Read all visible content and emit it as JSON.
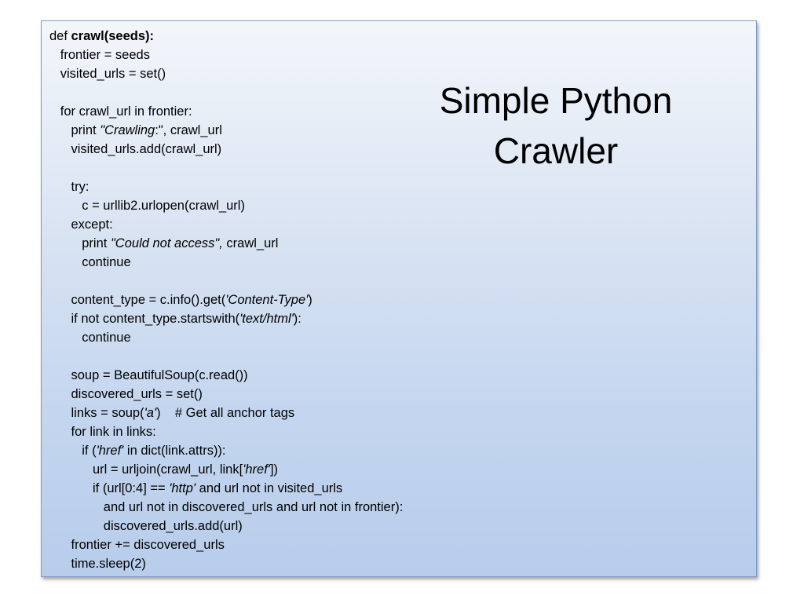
{
  "slide": {
    "title_line1": "Simple Python",
    "title_line2": "Crawler"
  },
  "code_lines": [
    [
      {
        "t": "def "
      },
      {
        "t": "crawl(seeds):",
        "s": "b"
      }
    ],
    [
      {
        "t": "   frontier = seeds"
      }
    ],
    [
      {
        "t": "   visited_urls = set()"
      }
    ],
    [
      {
        "t": ""
      }
    ],
    [
      {
        "t": "   for crawl_url in frontier:"
      }
    ],
    [
      {
        "t": "      print "
      },
      {
        "t": "\"Crawling",
        "s": "i"
      },
      {
        "t": ":\", crawl_url"
      }
    ],
    [
      {
        "t": "      visited_urls.add(crawl_url)"
      }
    ],
    [
      {
        "t": ""
      }
    ],
    [
      {
        "t": "      try:"
      }
    ],
    [
      {
        "t": "         c = urllib2.urlopen(crawl_url)"
      }
    ],
    [
      {
        "t": "      except:"
      }
    ],
    [
      {
        "t": "         print "
      },
      {
        "t": "\"Could not access\",",
        "s": "i"
      },
      {
        "t": " crawl_url"
      }
    ],
    [
      {
        "t": "         continue"
      }
    ],
    [
      {
        "t": ""
      }
    ],
    [
      {
        "t": "      content_type = c.info().get("
      },
      {
        "t": "'Content-Type'",
        "s": "i"
      },
      {
        "t": ")"
      }
    ],
    [
      {
        "t": "      if not content_type.startswith("
      },
      {
        "t": "'text/html'",
        "s": "i"
      },
      {
        "t": "):"
      }
    ],
    [
      {
        "t": "         continue"
      }
    ],
    [
      {
        "t": ""
      }
    ],
    [
      {
        "t": "      soup = BeautifulSoup(c.read())"
      }
    ],
    [
      {
        "t": "      discovered_urls = set()"
      }
    ],
    [
      {
        "t": "      links = soup("
      },
      {
        "t": "'a'",
        "s": "i"
      },
      {
        "t": ")    # Get all anchor tags"
      }
    ],
    [
      {
        "t": "      for link in links:"
      }
    ],
    [
      {
        "t": "         if ("
      },
      {
        "t": "'href'",
        "s": "i"
      },
      {
        "t": " in dict(link.attrs)):"
      }
    ],
    [
      {
        "t": "            url = urljoin(crawl_url, link["
      },
      {
        "t": "'href'",
        "s": "i"
      },
      {
        "t": "])"
      }
    ],
    [
      {
        "t": "            if (url[0:4] == "
      },
      {
        "t": "'http'",
        "s": "i"
      },
      {
        "t": " and url not in visited_urls"
      }
    ],
    [
      {
        "t": "               and url not in discovered_urls and url not in frontier):"
      }
    ],
    [
      {
        "t": "               discovered_urls.add(url)"
      }
    ],
    [
      {
        "t": "      frontier += discovered_urls"
      }
    ],
    [
      {
        "t": "      time.sleep(2)"
      }
    ]
  ]
}
